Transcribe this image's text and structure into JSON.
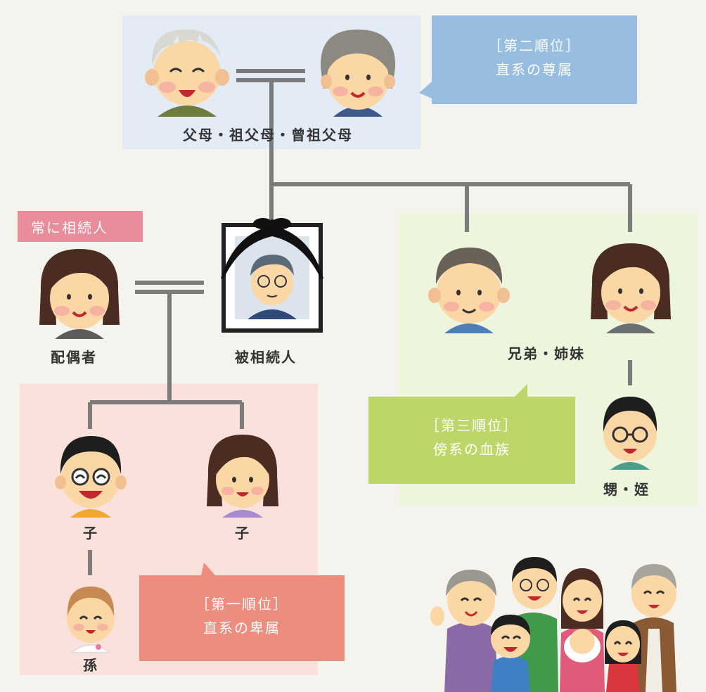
{
  "groups": {
    "ascendants": {
      "caption": "父母・祖父母・曾祖父母",
      "bubble_line1": "［第二順位］",
      "bubble_line2": "直系の尊属",
      "color": "#e3ecf6",
      "bubble_color": "#97bde0"
    },
    "descendants": {
      "bubble_line1": "［第一順位］",
      "bubble_line2": "直系の卑属",
      "color": "#fae1dc",
      "bubble_color": "#ec8d7e"
    },
    "collaterals": {
      "bubble_line1": "［第三順位］",
      "bubble_line2": "傍系の血族",
      "color": "#eef5dd",
      "bubble_color": "#bcd66a"
    }
  },
  "spouse_badge": {
    "text": "常に相続人",
    "color": "#e98d9a"
  },
  "people": {
    "deceased": "被相続人",
    "spouse": "配偶者",
    "child_1": "子",
    "child_2": "子",
    "grandchild": "孫",
    "siblings": "兄弟・姉妹",
    "nephew_niece": "甥・姪"
  },
  "colors": {
    "line": "#7b7b7b",
    "background": "#f5f3ee"
  }
}
